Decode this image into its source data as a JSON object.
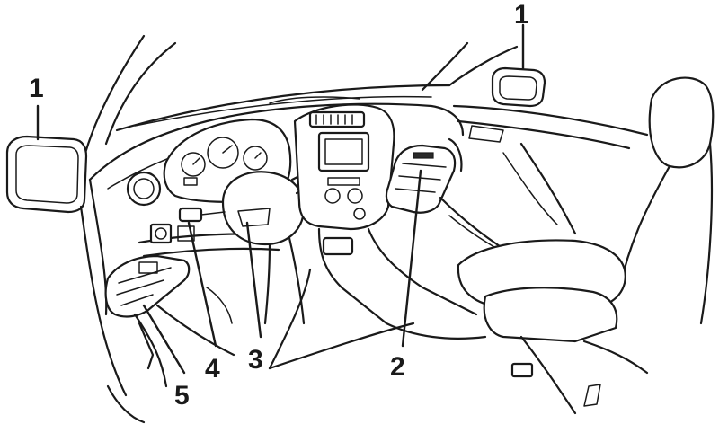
{
  "callouts": [
    {
      "id": "left-mirror",
      "label": "1"
    },
    {
      "id": "right-mirror",
      "label": "1"
    },
    {
      "id": "glove-box-module",
      "label": "2"
    },
    {
      "id": "steering-column",
      "label": "3"
    },
    {
      "id": "dash-switch",
      "label": "4"
    },
    {
      "id": "fuse-box",
      "label": "5"
    }
  ]
}
